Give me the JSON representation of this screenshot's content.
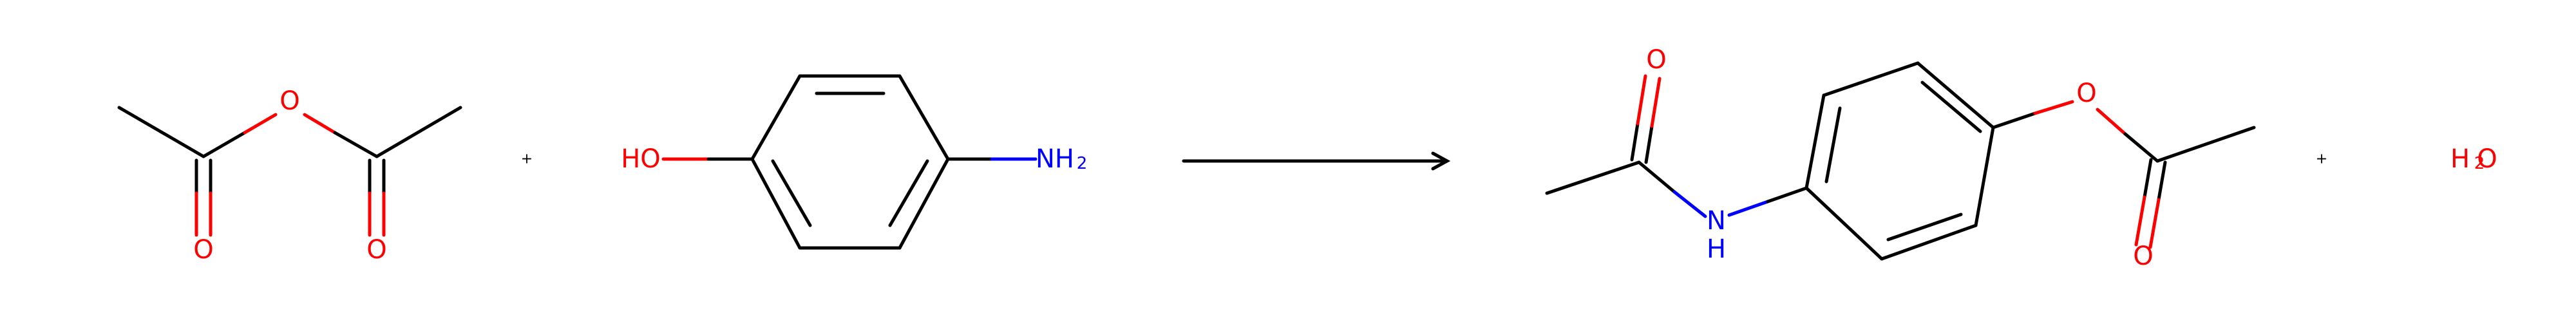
{
  "scheme": {
    "reactants": [
      {
        "atom_labels": {
          "bridge_o": "O",
          "carbonyl_o_left": "O",
          "carbonyl_o_right": "O"
        }
      },
      {
        "atom_labels": {
          "hydroxyl": "HO",
          "amine": "NH",
          "amine_sub": "2"
        }
      }
    ],
    "products": [
      {
        "atom_labels": {
          "amide_o": "O",
          "amide_n": "N",
          "amide_h": "H",
          "ester_o": "O",
          "ester_carbonyl_o": "O"
        }
      },
      {
        "atom_labels": {
          "water_h": "H",
          "water_sub": "2",
          "water_o": "O"
        }
      }
    ],
    "plus_sign": "+",
    "colors": {
      "carbon_bond": "#000000",
      "oxygen": "#ff0000",
      "nitrogen": "#0000ff"
    }
  }
}
